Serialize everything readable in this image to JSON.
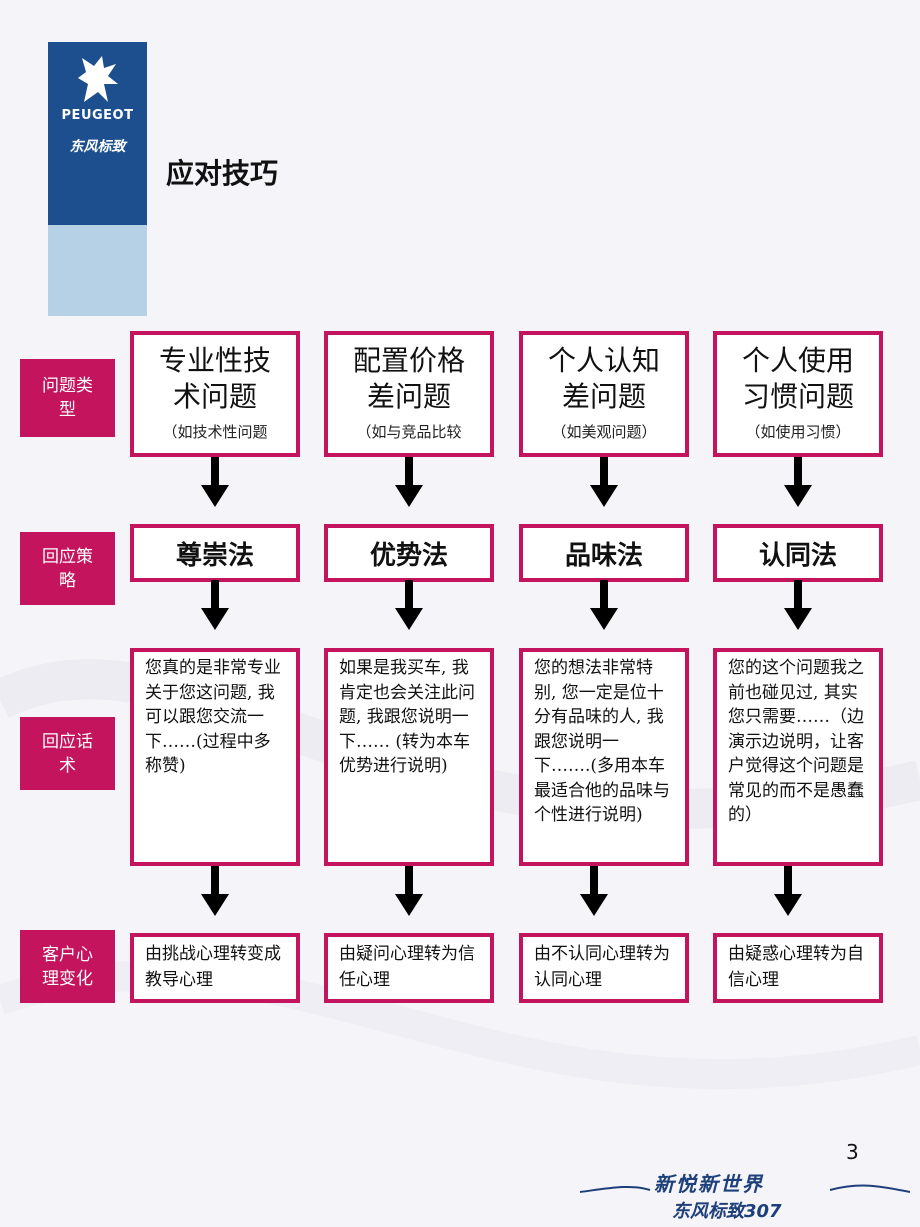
{
  "header": {
    "brand_en": "PEUGEOT",
    "brand_cn": "东风标致",
    "title": "应对技巧"
  },
  "row_labels": {
    "type": "问题类型",
    "strategy": "回应策略",
    "script": "回应话术",
    "change": "客户心理变化"
  },
  "columns": [
    {
      "type_main": "专业性技术问题",
      "type_sub": "（如技术性问题",
      "strategy": "尊崇法",
      "script": "您真的是非常专业关于您这问题, 我可以跟您交流一下……(过程中多称赞)",
      "change": "由挑战心理转变成教导心理"
    },
    {
      "type_main": "配置价格差问题",
      "type_sub": "（如与竞品比较",
      "strategy": "优势法",
      "script": "如果是我买车, 我肯定也会关注此问题, 我跟您说明一下…… (转为本车优势进行说明)",
      "change": "由疑问心理转为信任心理"
    },
    {
      "type_main": "个人认知差问题",
      "type_sub": "（如美观问题）",
      "strategy": "品味法",
      "script": "您的想法非常特别, 您一定是位十分有品味的人, 我跟您说明一下…….(多用本车最适合他的品味与个性进行说明)",
      "change": "由不认同心理转为认同心理"
    },
    {
      "type_main": "个人使用习惯问题",
      "type_sub": "（如使用习惯）",
      "strategy": "认同法",
      "script": "您的这个问题我之前也碰见过, 其实您只需要……（边演示边说明，让客户觉得这个问题是常见的而不是愚蠢的）",
      "change": "由疑惑心理转为自信心理"
    }
  ],
  "footer": {
    "page_number": "3",
    "slogan": "新悦新世界",
    "sub_brand": "东风标致307"
  },
  "colors": {
    "accent": "#c4145e",
    "logo_blue": "#1d4f8e",
    "logo_light": "#b6d0e6"
  }
}
